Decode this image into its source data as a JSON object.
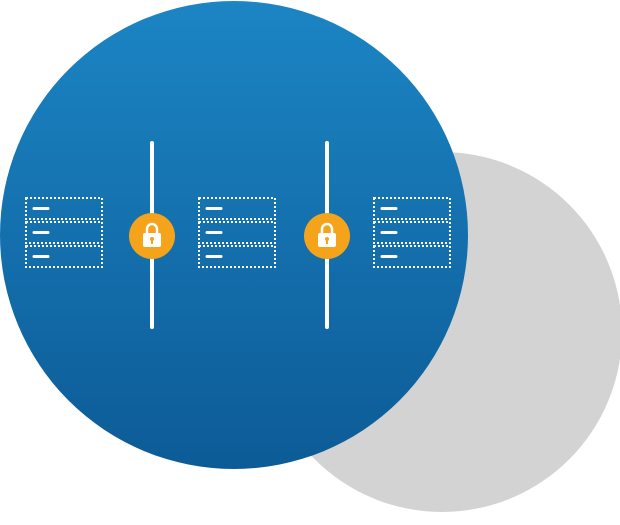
{
  "colors": {
    "background": "#ffffff",
    "back_circle": "#d3d3d3",
    "front_circle_top": "#1c85c4",
    "front_circle_bottom": "#0c5b96",
    "divider": "#ffffff",
    "server_outline": "#ffffff",
    "lock_badge": "#f5a31a",
    "lock_glyph": "#ffffff"
  },
  "illustration": {
    "server_stacks": [
      {
        "name": "server-stack-left",
        "units": 3
      },
      {
        "name": "server-stack-middle",
        "units": 3
      },
      {
        "name": "server-stack-right",
        "units": 3
      }
    ],
    "dividers": [
      {
        "name": "divider-left",
        "icon": "lock-icon"
      },
      {
        "name": "divider-right",
        "icon": "lock-icon"
      }
    ]
  }
}
